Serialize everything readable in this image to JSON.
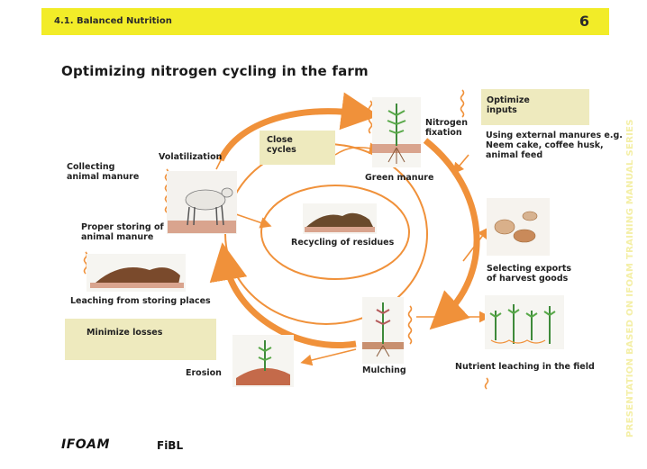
{
  "header": {
    "section": "4.1. Balanced Nutrition",
    "page_number": "6"
  },
  "title": "Optimizing nitrogen cycling in the farm",
  "boxes": {
    "close_cycles": "Close cycles",
    "optimize_inputs": "Optimize inputs",
    "minimize_losses": "Minimize losses"
  },
  "labels": {
    "collecting_animal_manure": "Collecting animal manure",
    "volatilization": "Volatilization",
    "proper_storing": "Proper storing of animal manure",
    "leaching_storing": "Leaching from storing places",
    "erosion": "Erosion",
    "mulching": "Mulching",
    "nutrient_leaching": "Nutrient leaching in the field",
    "selecting_exports": "Selecting exports of harvest goods",
    "using_external_manures": "Using external manures e.g. Neem cake, coffee husk, animal feed",
    "nitrogen_fixation": "Nitrogen fixation",
    "green_manure": "Green manure",
    "recycling_residues": "Recycling of residues"
  },
  "side_text": "PRESENTATION BASED ON IFOAM TRAINING MANUAL SERIES",
  "logos": {
    "ifoam": "IFOAM",
    "fibl": "FiBL"
  },
  "colors": {
    "header": "#f2ec28",
    "arrow": "#f0913a",
    "box": "#eeeabe"
  },
  "icons": [
    "cow-illustration",
    "green-manure-plant",
    "compost-heap",
    "harvest-goods",
    "field-plants",
    "mulching-plant",
    "erosion-plant",
    "manure-storage",
    "wavy-arrow"
  ]
}
